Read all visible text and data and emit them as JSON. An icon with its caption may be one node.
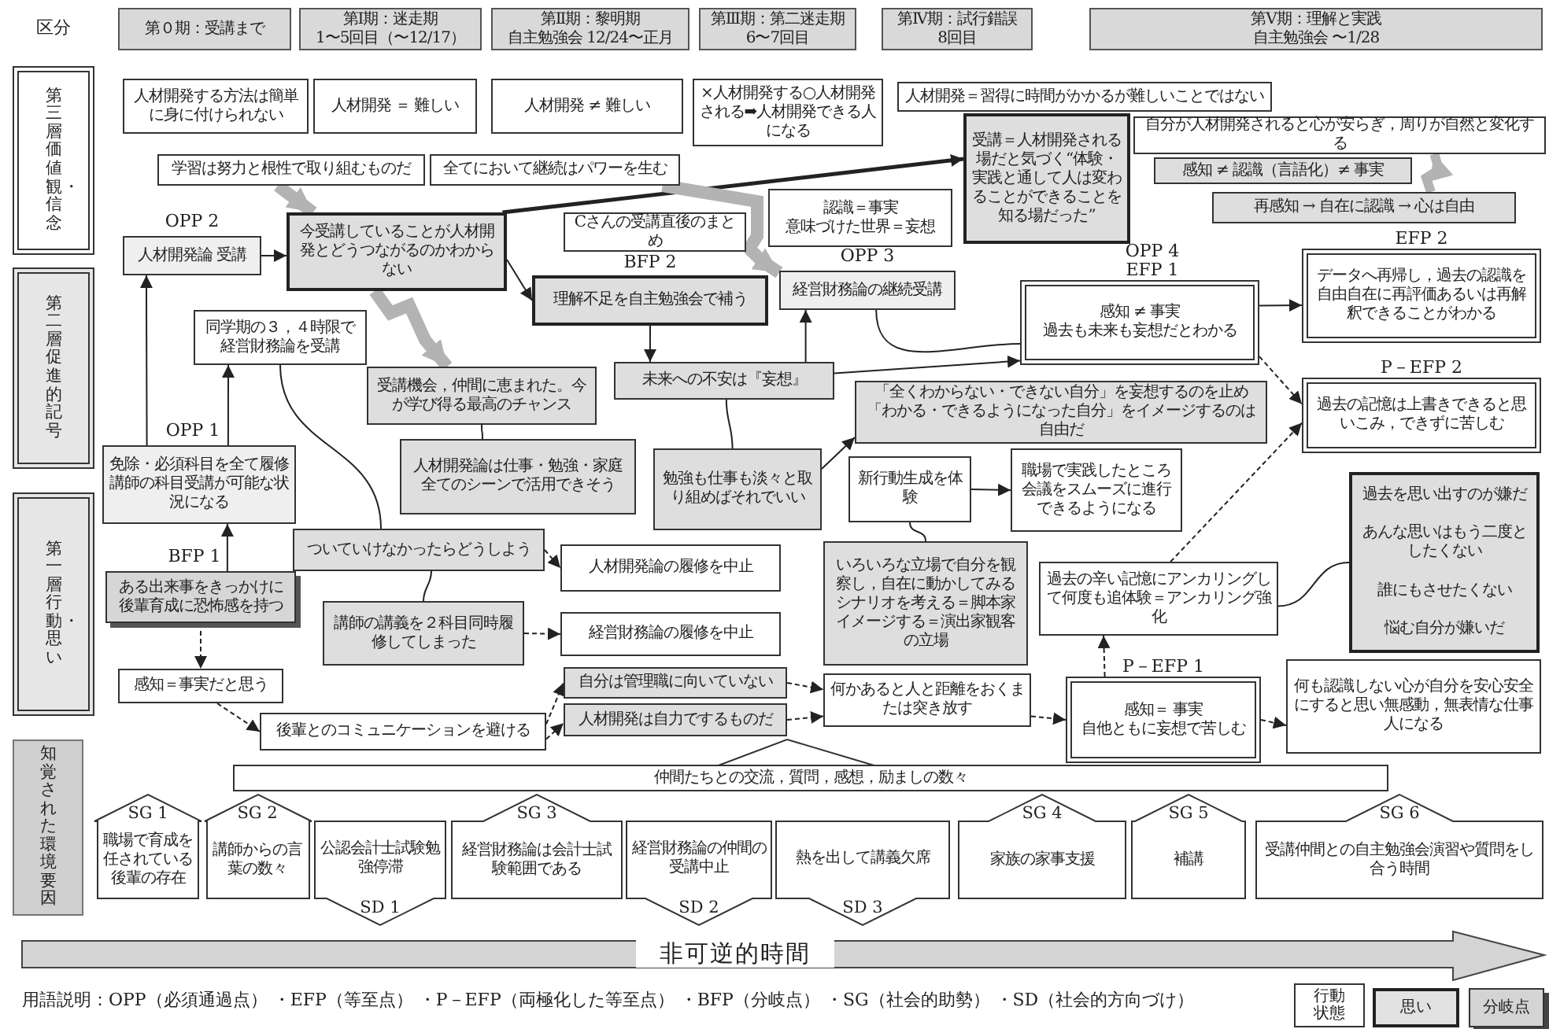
{
  "diagram": {
    "nodes": [
      {
        "text": [
          "第０期：受講まで"
        ]
      },
      {
        "text": [
          "第Ⅰ期：迷走期",
          "1〜5回目（〜12/17）"
        ]
      },
      {
        "text": [
          "第Ⅱ期：黎明期",
          "自主勉強会 12/24〜正月"
        ]
      },
      {
        "text": [
          "第Ⅲ期：第二迷走期",
          "6〜7回目"
        ]
      },
      {
        "text": [
          "第Ⅳ期：試行錯誤",
          "8回目"
        ]
      },
      {
        "text": [
          "第Ⅴ期：理解と実践",
          "自主勉強会 〜1/28"
        ]
      },
      {
        "text": [
          "第三層価値観・信念"
        ]
      },
      {
        "text": [
          "第二層促進的記号"
        ]
      },
      {
        "text": [
          "第一層行動・思い"
        ]
      },
      {
        "text": [
          "知覚された環境要因"
        ]
      },
      {
        "text": [
          "人材開発する方法は簡単に身に付けられない"
        ]
      },
      {
        "text": [
          "人材開発 ＝ 難しい"
        ]
      },
      {
        "text": [
          "人材開発 ≠ 難しい"
        ]
      },
      {
        "text": [
          "×人材開発する○人材開発される➡人材開発できる人になる"
        ]
      },
      {
        "text": [
          "人材開発＝習得に時間がかかるが難しいことではない"
        ]
      },
      {
        "text": [
          "学習は努力と根性で取り組むものだ"
        ]
      },
      {
        "text": [
          "全てにおいて継続はパワーを生む"
        ]
      },
      {
        "text": [
          "受講＝人材開発される場だと気づく“体験・実践と通して人は変わることができることを知る場だった”"
        ]
      },
      {
        "text": [
          "自分が人材開発されると心が安らぎ，周りが自然と変化する"
        ]
      },
      {
        "text": [
          "感知 ≠ 認識（言語化）≠ 事実"
        ]
      },
      {
        "text": [
          "再感知 → 自在に認識 → 心は自由"
        ]
      },
      {
        "text": [
          "Cさんの受講直後のまとめ"
        ]
      },
      {
        "text": [
          "認識＝事実",
          "意味づけた世界＝妄想"
        ]
      },
      {
        "text": [
          "人材開発論 受講"
        ],
        "beside": [
          "OPP 2"
        ]
      },
      {
        "text": [
          "今受講していることが人材開発とどうつながるのかわからない"
        ]
      },
      {
        "text": [
          "理解不足を自主勉強会で補う"
        ],
        "beside": [
          "BFP 2"
        ]
      },
      {
        "text": [
          "経営財務論の継続受講"
        ],
        "beside": [
          "OPP 3"
        ]
      },
      {
        "text": [
          "感知 ≠ 事実",
          "過去も未来も妄想だとわかる"
        ],
        "beside": [
          "OPP 4",
          "EFP 1"
        ]
      },
      {
        "text": [
          "データへ再帰し，過去の認識を自由自在に再評価あるいは再解釈できることがわかる"
        ],
        "beside": [
          "EFP 2"
        ]
      },
      {
        "text": [
          "過去の記憶は上書きできると思いこみ，できずに苦しむ"
        ],
        "beside": [
          "P－EFP 2"
        ]
      },
      {
        "text": [
          "同学期の３，４時限で経営財務論を受講"
        ]
      },
      {
        "text": [
          "受講機会，仲間に恵まれた。今が学び得る最高のチャンス"
        ]
      },
      {
        "text": [
          "未来への不安は『妄想』"
        ]
      },
      {
        "text": [
          "「全くわからない・できない自分」を妄想するのを止め「わかる・できるようになった自分」をイメージするのは自由だ"
        ]
      },
      {
        "text": [
          "人材開発論は仕事・勉強・家庭全てのシーンで活用できそう"
        ]
      },
      {
        "text": [
          "勉強も仕事も淡々と取り組めばそれでいい"
        ]
      },
      {
        "text": [
          "新行動生成を体験"
        ]
      },
      {
        "text": [
          "職場で実践したところ会議をスムーズに進行できるようになる"
        ]
      },
      {
        "text": [
          "免除・必須科目を全て履修講師の科目受講が可能な状況になる"
        ],
        "beside": [
          "OPP 1"
        ]
      },
      {
        "text": [
          "ある出来事をきっかけに後輩育成に恐怖感を持つ"
        ],
        "beside": [
          "BFP 1"
        ]
      },
      {
        "text": [
          "ついていけなかったらどうしよう"
        ]
      },
      {
        "text": [
          "人材開発論の履修を中止"
        ]
      },
      {
        "text": [
          "講師の講義を２科目同時履修してしまった"
        ]
      },
      {
        "text": [
          "経営財務論の履修を中止"
        ]
      },
      {
        "text": [
          "いろいろな立場で自分を観察し，自在に動かしてみるシナリオを考える＝脚本家イメージする＝演出家観客の立場"
        ]
      },
      {
        "text": [
          "過去の辛い記憶にアンカリングして何度も追体験＝アンカリング強化"
        ]
      },
      {
        "text": [
          "過去を思い出すのが嫌だ",
          "あんな思いはもう二度としたくない",
          "誰にもさせたくない",
          "悩む自分が嫌いだ"
        ]
      },
      {
        "text": [
          "感知＝事実だと思う"
        ]
      },
      {
        "text": [
          "自分は管理職に向いていない"
        ]
      },
      {
        "text": [
          "人材開発は自力でするものだ"
        ]
      },
      {
        "text": [
          "後輩とのコミュニケーションを避ける"
        ]
      },
      {
        "text": [
          "何かあると人と距離をおくまたは突き放す"
        ]
      },
      {
        "text": [
          "感知＝ 事実",
          "自他ともに妄想で苦しむ"
        ],
        "beside": [
          "P－EFP 1"
        ]
      },
      {
        "text": [
          "何も認識しない心が自分を安心安全にすると思い無感動，無表情な仕事人になる"
        ]
      },
      {
        "text": [
          "仲間たちとの交流，質問，感想，励ましの数々"
        ]
      },
      {
        "text": [
          "SG 1",
          "職場で育成を任されている後輩の存在"
        ]
      },
      {
        "text": [
          "SG 2",
          "講師からの言葉の数々"
        ]
      },
      {
        "text": [
          "公認会計士試験勉強停滞",
          "SD 1"
        ]
      },
      {
        "text": [
          "SG 3",
          "経営財務論は会計士試験範囲である"
        ]
      },
      {
        "text": [
          "経営財務論の仲間の受講中止",
          "SD 2"
        ]
      },
      {
        "text": [
          "熱を出して講義欠席",
          "SD 3"
        ]
      },
      {
        "text": [
          "SG 4",
          "家族の家事支援"
        ]
      },
      {
        "text": [
          "SG 5",
          "補講"
        ]
      },
      {
        "text": [
          "SG 6",
          "受講仲間との自主勉強会演習や質問をし合う時間"
        ]
      }
    ],
    "edges": [
      {
        "from": 39,
        "to": 38,
        "arrow": "to"
      },
      {
        "from": 38,
        "to": 23,
        "arrow": "to"
      },
      {
        "from": 38,
        "to": 30,
        "arrow": "to"
      },
      {
        "from": 23,
        "to": 24,
        "arrow": "to"
      },
      {
        "from": 24,
        "to": 25,
        "arrow": "to"
      },
      {
        "from": 24,
        "to": 17,
        "arrow": "to",
        "style": "thick"
      },
      {
        "from": 25,
        "to": 32,
        "arrow": "to"
      },
      {
        "from": 32,
        "to": 26,
        "arrow": "to"
      },
      {
        "from": 32,
        "to": 27,
        "arrow": "to"
      },
      {
        "from": 26,
        "to": 27,
        "arrow": "none"
      },
      {
        "from": 35,
        "to": 33,
        "arrow": "to"
      },
      {
        "from": 27,
        "to": 28,
        "arrow": "to"
      },
      {
        "from": 27,
        "to": 29,
        "arrow": "to",
        "style": "dashed"
      },
      {
        "from": 45,
        "to": 29,
        "arrow": "to",
        "style": "dashed"
      },
      {
        "from": 52,
        "to": 45,
        "arrow": "to",
        "style": "dashed"
      },
      {
        "from": 36,
        "to": 37,
        "arrow": "to"
      },
      {
        "from": 30,
        "to": 40,
        "arrow": "none"
      },
      {
        "from": 40,
        "to": 42,
        "arrow": "none"
      },
      {
        "from": 31,
        "to": 34,
        "arrow": "none"
      },
      {
        "from": 32,
        "to": 35,
        "arrow": "none"
      },
      {
        "from": 36,
        "to": 44,
        "arrow": "none"
      },
      {
        "from": 45,
        "to": 46,
        "arrow": "none"
      },
      {
        "from": 40,
        "to": 41,
        "arrow": "to",
        "style": "dashed"
      },
      {
        "from": 42,
        "to": 43,
        "arrow": "to",
        "style": "dashed"
      },
      {
        "from": 39,
        "to": 47,
        "arrow": "to",
        "style": "dashed"
      },
      {
        "from": 47,
        "to": 50,
        "arrow": "to",
        "style": "dashed"
      },
      {
        "from": 50,
        "to": 48,
        "arrow": "to",
        "style": "dashed"
      },
      {
        "from": 50,
        "to": 49,
        "arrow": "to",
        "style": "dashed"
      },
      {
        "from": 48,
        "to": 51,
        "arrow": "to",
        "style": "dashed"
      },
      {
        "from": 49,
        "to": 51,
        "arrow": "to",
        "style": "dashed"
      },
      {
        "from": 51,
        "to": 52,
        "arrow": "to",
        "style": "dashed"
      },
      {
        "from": 52,
        "to": 53,
        "arrow": "to",
        "style": "dashed"
      },
      {
        "from": 15,
        "to": 24,
        "arrow": "to",
        "style": "thick",
        "color": "#b3b3b3"
      },
      {
        "from": 24,
        "to": 31,
        "arrow": "to",
        "style": "thick",
        "color": "#b3b3b3"
      },
      {
        "from": 16,
        "to": 26,
        "arrow": "to",
        "style": "thick",
        "color": "#b3b3b3"
      },
      {
        "from": 20,
        "to": 18,
        "arrow": "to",
        "style": "thick",
        "color": "#b3b3b3"
      }
    ],
    "labels": [
      "区分",
      "非可逆的時間",
      "用語説明：OPP（必須通過点） ・EFP（等至点） ・P－EFP（両極化した等至点） ・BFP（分岐点） ・SG（社会的助勢） ・SD（社会的方向づけ）"
    ],
    "legend": [
      {
        "text": "行動状態",
        "color": "#ffffff"
      },
      {
        "text": "思い",
        "color": "#e2e2e2"
      },
      {
        "text": "分岐点",
        "color": "#d4d4d4"
      }
    ]
  }
}
